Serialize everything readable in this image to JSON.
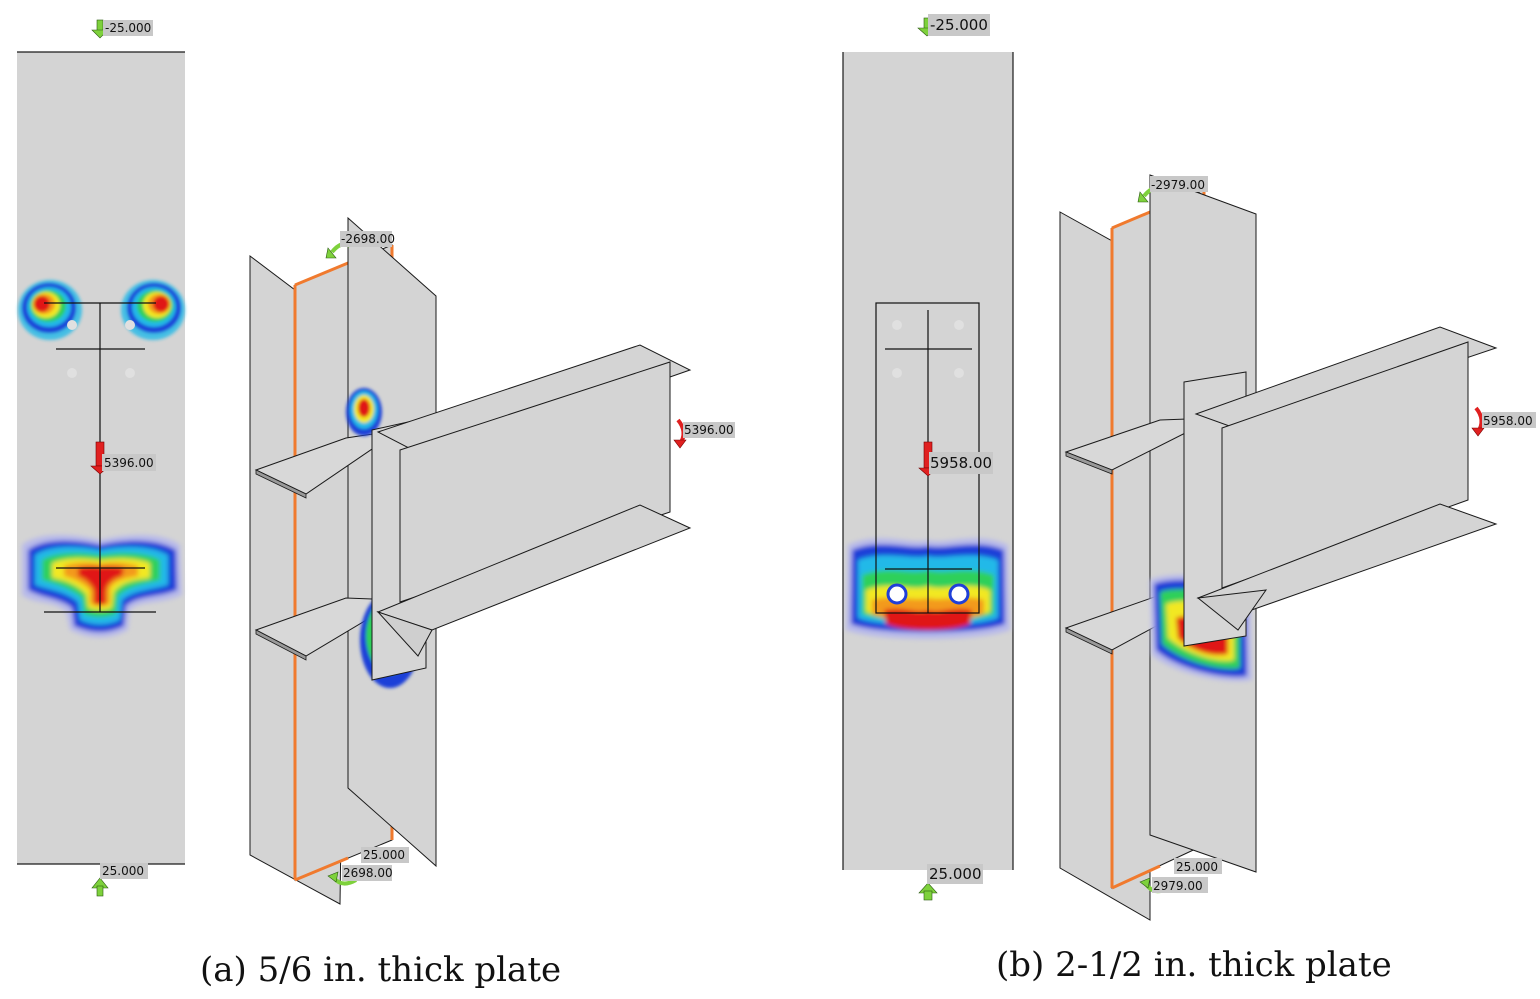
{
  "panels": [
    {
      "id": "a",
      "caption": "(a) 5/6 in. thick plate",
      "front_labels": {
        "top_force": "-25.000",
        "bottom_force": "25.000",
        "moment": "5396.00"
      },
      "iso_labels": {
        "top_moment": "-2698.00",
        "bottom_force": "25.000",
        "bottom_moment": "2698.00",
        "beam_moment": "5396.00"
      }
    },
    {
      "id": "b",
      "caption": "(b) 2-1/2 in. thick plate",
      "front_labels": {
        "top_force": "-25.000",
        "bottom_force": "25.000",
        "moment": "5958.00"
      },
      "iso_labels": {
        "top_moment": "-2979.00",
        "bottom_force": "25.000",
        "bottom_moment": "2979.00",
        "beam_moment": "5958.00"
      }
    }
  ],
  "colors": {
    "steel": "#d4d4d4",
    "edge": "#1a1a1a",
    "weld": "#f07a2e",
    "label_bg": "#c8c8c8",
    "load_arrow": "#7ed13c",
    "moment_arrow": "#e02020",
    "stress_blue": "#1f3fd8",
    "stress_cyan": "#21b9e8",
    "stress_green": "#2fd05a",
    "stress_yellow": "#f2e820",
    "stress_orange": "#f39a1c",
    "stress_red": "#e01818"
  }
}
